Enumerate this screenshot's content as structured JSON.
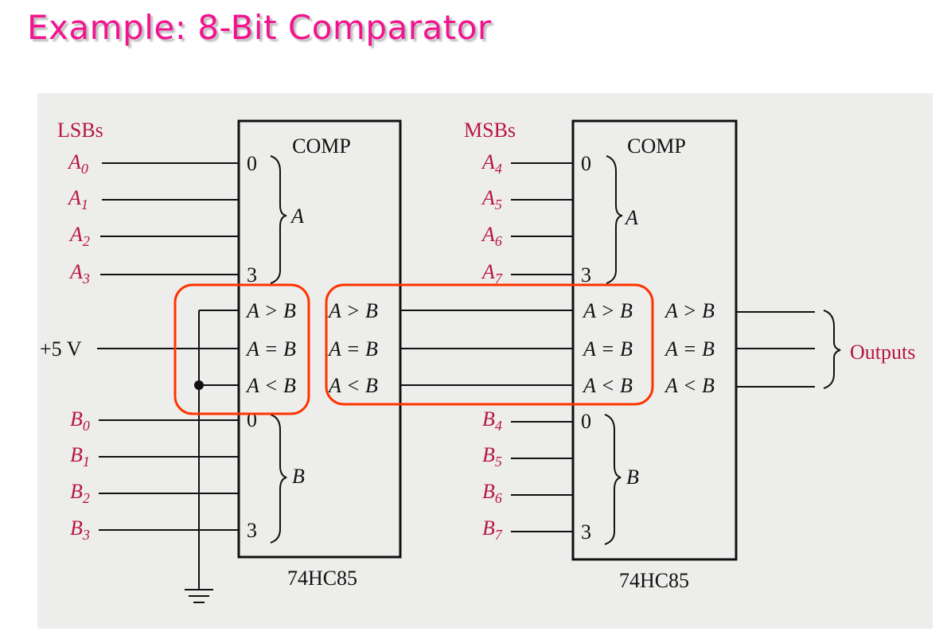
{
  "title": "Example: 8-Bit Comparator",
  "diagram": {
    "lsbs_label": "LSBs",
    "msbs_label": "MSBs",
    "a_low": [
      "A",
      "A",
      "A",
      "A"
    ],
    "a_low_sub": [
      "0",
      "1",
      "2",
      "3"
    ],
    "a_high_sub": [
      "4",
      "5",
      "6",
      "7"
    ],
    "b_low_sub": [
      "0",
      "1",
      "2",
      "3"
    ],
    "b_high_sub": [
      "4",
      "5",
      "6",
      "7"
    ],
    "a": "A",
    "b": "B",
    "comp": "COMP",
    "chip": "74HC85",
    "pin_first": "0",
    "pin_last": "3",
    "gt": "A > B",
    "eq": "A = B",
    "lt": "A < B",
    "supply": "+5 V",
    "outputs": "Outputs",
    "highlight_color": "#ff3300"
  }
}
